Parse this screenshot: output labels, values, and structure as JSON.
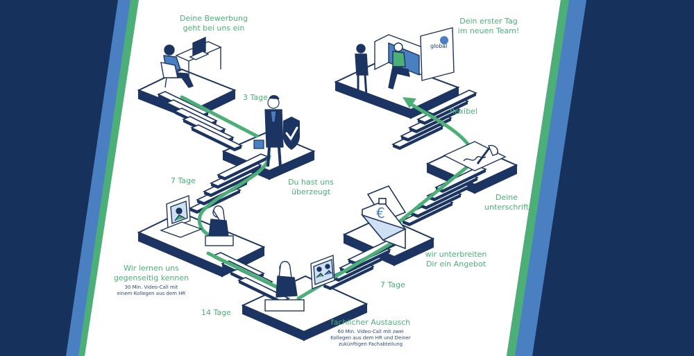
{
  "steps": {
    "application": "Deine Bewerbung\ngeht bei uns ein",
    "convinced": "Du hast uns\nüberzeugt",
    "get_to_know": "Wir lernen uns\ngegenseitig kennen",
    "get_to_know_detail": "30 Min. Video-Call mit\neinem Kollegen aus dem HR",
    "technical": "fachlicher Austausch",
    "technical_detail": "60 Min. Video-Call mit zwei\nKollegen aus dem HR und Deiner\nzukünftigen Fachabteilung",
    "offer": "wir unterbreiten\nDir ein Angebot",
    "signature": "Deine\nunterschrift",
    "first_day": "Dein erster Tag\nim neuen Team!"
  },
  "durations": {
    "d1": "3 Tage",
    "d2": "7 Tage",
    "d3": "14 Tage",
    "d4": "7 Tage",
    "d5": "flexibel"
  },
  "brand": {
    "logo_text": "global",
    "colors": {
      "navy": "#16315c",
      "blue": "#4a7fc1",
      "green": "#4caf78",
      "ink": "#1c3461",
      "paper": "#ffffff"
    }
  },
  "icons": [
    "laptop-icon",
    "checkmark-shield-icon",
    "video-monitor-icon",
    "euro-envelope-icon",
    "signature-pen-icon",
    "office-booth-icon"
  ]
}
